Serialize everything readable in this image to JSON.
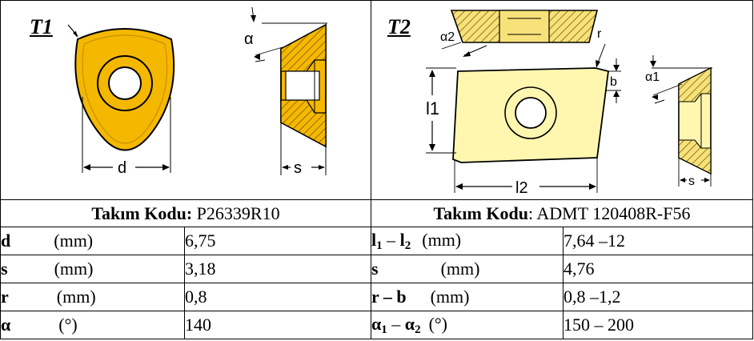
{
  "panel1": {
    "tag": "T1",
    "dims": {
      "d": "d",
      "s": "s",
      "alpha": "α"
    },
    "code_label": "Takım Kodu:",
    "code_value": " P26339R10",
    "rows": [
      {
        "sym": "d",
        "unit": "(mm)",
        "value": "6,75"
      },
      {
        "sym": "s",
        "unit": "(mm)",
        "value": "3,18"
      },
      {
        "sym": "r",
        "unit": "(mm)",
        "value": "0,8"
      },
      {
        "sym": "α",
        "unit": "(°)",
        "value": "140"
      }
    ]
  },
  "panel2": {
    "tag": "T2",
    "dims": {
      "alpha2": "α2",
      "r": "r",
      "b": "b",
      "l1": "l1",
      "l2": "l2",
      "alpha1": "α1",
      "s": "s"
    },
    "code_label": "Takım Kodu",
    "code_value": ": ADMT 120408R-F56",
    "rows": [
      {
        "sym": "l",
        "sub1": "1",
        "dash": " – ",
        "sym2": "l",
        "sub2": "2",
        "unit": "(mm)",
        "value": "7,64 –12"
      },
      {
        "sym": "s",
        "unit": "(mm)",
        "value": "4,76"
      },
      {
        "sym": "r – b",
        "unit": "(mm)",
        "value": "0,8 –1,2"
      },
      {
        "sym": "α",
        "sub1": "1",
        "dash": " – ",
        "sym2": "α",
        "sub2": "2",
        "unit": "(°)",
        "value": "150 – 200"
      }
    ]
  },
  "colors": {
    "insert_fill": "#f5b800",
    "insert2_fill": "#fff7b0",
    "outline": "#000000"
  }
}
